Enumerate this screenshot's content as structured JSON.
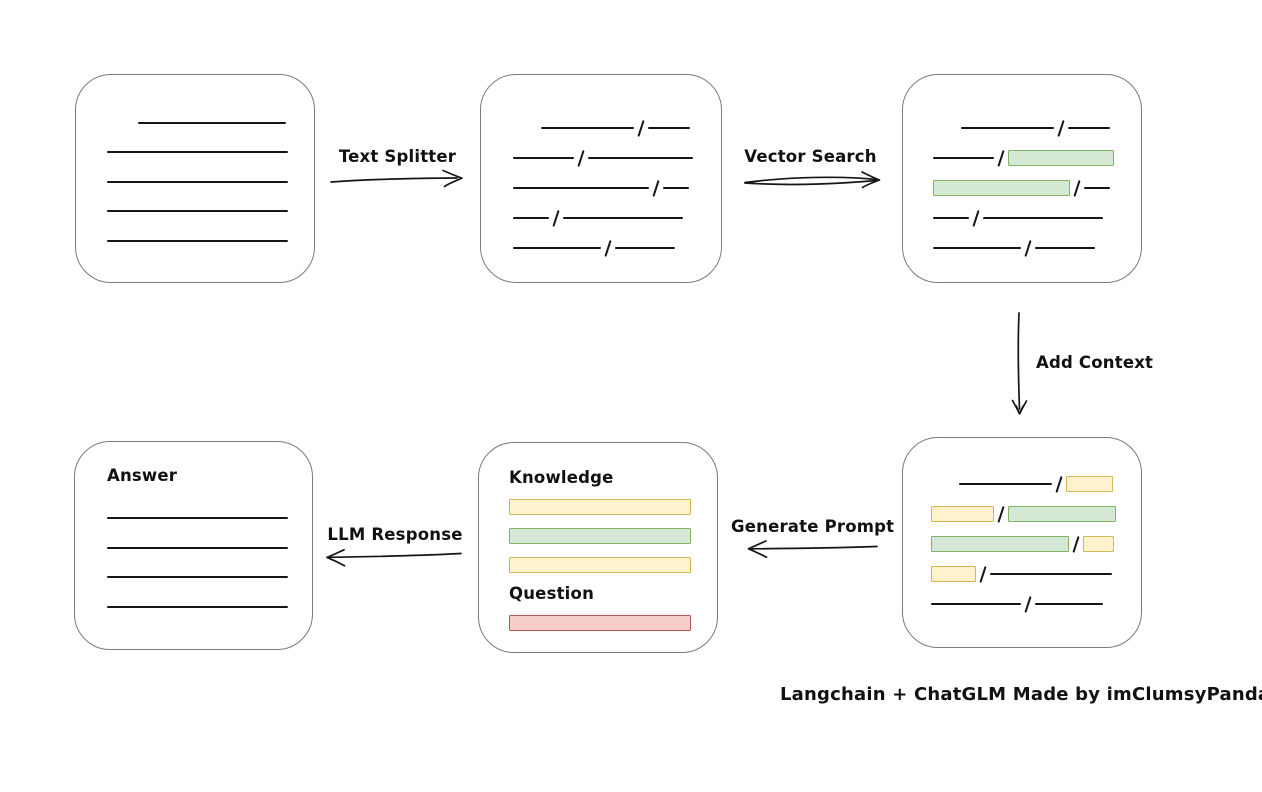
{
  "caption": "Langchain + ChatGLM Made by imClumsyPanda",
  "colors": {
    "green_fill": "#d5e8d4",
    "green_border": "#82b366",
    "yellow_fill": "#fff2cc",
    "yellow_border": "#d6b656",
    "red_fill": "#f8cecc",
    "red_border": "#b85450",
    "box_border": "#7b7b7b",
    "ink": "#161616"
  },
  "arrows": [
    {
      "label": "Text Splitter",
      "from": "source-document",
      "to": "split-chunks",
      "direction": "right"
    },
    {
      "label": "Vector Search",
      "from": "split-chunks",
      "to": "vector-matches",
      "direction": "right"
    },
    {
      "label": "Add Context",
      "from": "vector-matches",
      "to": "context-chunks",
      "direction": "down"
    },
    {
      "label": "Generate Prompt",
      "from": "context-chunks",
      "to": "prompt",
      "direction": "left"
    },
    {
      "label": "LLM Response",
      "from": "prompt",
      "to": "answer",
      "direction": "left"
    }
  ],
  "boxes": [
    {
      "id": "source-document",
      "rows": [
        {
          "segs": [
            {
              "t": "indent",
              "w": 31
            },
            {
              "t": "line",
              "w": 148
            }
          ]
        },
        {
          "segs": [
            {
              "t": "line",
              "w": 181
            }
          ]
        },
        {
          "segs": [
            {
              "t": "line",
              "w": 181
            }
          ]
        },
        {
          "segs": [
            {
              "t": "line",
              "w": 181
            }
          ]
        },
        {
          "segs": [
            {
              "t": "line",
              "w": 181
            }
          ]
        }
      ]
    },
    {
      "id": "split-chunks",
      "rows": [
        {
          "segs": [
            {
              "t": "indent",
              "w": 28
            },
            {
              "t": "line",
              "w": 93
            },
            {
              "t": "slash"
            },
            {
              "t": "line",
              "w": 42
            }
          ]
        },
        {
          "segs": [
            {
              "t": "line",
              "w": 61
            },
            {
              "t": "slash"
            },
            {
              "t": "line",
              "w": 105
            }
          ]
        },
        {
          "segs": [
            {
              "t": "line",
              "w": 136
            },
            {
              "t": "slash"
            },
            {
              "t": "line",
              "w": 26
            }
          ]
        },
        {
          "segs": [
            {
              "t": "line",
              "w": 36
            },
            {
              "t": "slash"
            },
            {
              "t": "line",
              "w": 120
            }
          ]
        },
        {
          "segs": [
            {
              "t": "line",
              "w": 88
            },
            {
              "t": "slash"
            },
            {
              "t": "line",
              "w": 60
            }
          ]
        }
      ]
    },
    {
      "id": "vector-matches",
      "rows": [
        {
          "segs": [
            {
              "t": "indent",
              "w": 28
            },
            {
              "t": "line",
              "w": 93
            },
            {
              "t": "slash"
            },
            {
              "t": "line",
              "w": 42
            }
          ]
        },
        {
          "segs": [
            {
              "t": "line",
              "w": 61
            },
            {
              "t": "slash"
            },
            {
              "t": "bar",
              "c": "green",
              "w": 106
            }
          ]
        },
        {
          "segs": [
            {
              "t": "bar",
              "c": "green",
              "w": 137
            },
            {
              "t": "slash"
            },
            {
              "t": "line",
              "w": 26
            }
          ]
        },
        {
          "segs": [
            {
              "t": "line",
              "w": 36
            },
            {
              "t": "slash"
            },
            {
              "t": "line",
              "w": 120
            }
          ]
        },
        {
          "segs": [
            {
              "t": "line",
              "w": 88
            },
            {
              "t": "slash"
            },
            {
              "t": "line",
              "w": 60
            }
          ]
        }
      ]
    },
    {
      "id": "context-chunks",
      "rows": [
        {
          "segs": [
            {
              "t": "indent",
              "w": 28
            },
            {
              "t": "line",
              "w": 93
            },
            {
              "t": "slash"
            },
            {
              "t": "bar",
              "c": "yellow",
              "w": 47
            }
          ]
        },
        {
          "segs": [
            {
              "t": "bar",
              "c": "yellow",
              "w": 63
            },
            {
              "t": "slash"
            },
            {
              "t": "bar",
              "c": "green",
              "w": 108
            }
          ]
        },
        {
          "segs": [
            {
              "t": "bar",
              "c": "green",
              "w": 138
            },
            {
              "t": "slash"
            },
            {
              "t": "bar",
              "c": "yellow",
              "w": 31
            }
          ]
        },
        {
          "segs": [
            {
              "t": "bar",
              "c": "yellow",
              "w": 45
            },
            {
              "t": "slash"
            },
            {
              "t": "line",
              "w": 122
            }
          ]
        },
        {
          "segs": [
            {
              "t": "line",
              "w": 90
            },
            {
              "t": "slash"
            },
            {
              "t": "line",
              "w": 68
            }
          ]
        }
      ]
    },
    {
      "id": "prompt",
      "rows": [
        {
          "segs": [
            {
              "t": "label",
              "text": "Knowledge",
              "name": "knowledge-label"
            }
          ]
        },
        {
          "segs": [
            {
              "t": "bar",
              "c": "yellow",
              "w": 182
            }
          ]
        },
        {
          "segs": [
            {
              "t": "bar",
              "c": "green",
              "w": 182
            }
          ]
        },
        {
          "segs": [
            {
              "t": "bar",
              "c": "yellow",
              "w": 182
            }
          ]
        },
        {
          "segs": [
            {
              "t": "label",
              "text": "Question",
              "name": "question-label"
            }
          ]
        },
        {
          "segs": [
            {
              "t": "bar",
              "c": "red",
              "w": 182
            }
          ]
        }
      ]
    },
    {
      "id": "answer",
      "rows": [
        {
          "segs": [
            {
              "t": "label",
              "text": "Answer",
              "name": "answer-label"
            }
          ]
        },
        {
          "h": 13,
          "segs": []
        },
        {
          "segs": [
            {
              "t": "line",
              "w": 181
            }
          ]
        },
        {
          "segs": [
            {
              "t": "line",
              "w": 181
            }
          ]
        },
        {
          "segs": [
            {
              "t": "line",
              "w": 181
            }
          ]
        },
        {
          "segs": [
            {
              "t": "line",
              "w": 181
            }
          ]
        }
      ]
    }
  ]
}
